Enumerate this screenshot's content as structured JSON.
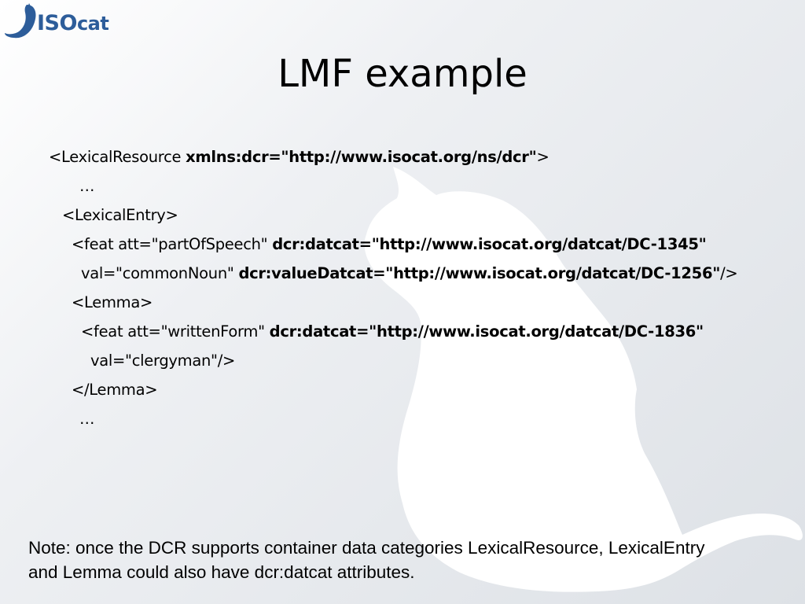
{
  "logo": {
    "part1": "ISO",
    "part2": "cat"
  },
  "title": "LMF example",
  "code_lines": [
    {
      "segments": [
        {
          "text": "<LexicalResource ",
          "bold": false
        },
        {
          "text": "xmlns:dcr=\"http://www.isocat.org/ns/dcr\"",
          "bold": true
        },
        {
          "text": ">",
          "bold": false
        }
      ]
    },
    {
      "segments": [
        {
          "text": "…",
          "bold": false
        }
      ]
    },
    {
      "segments": [
        {
          "text": "<LexicalEntry>",
          "bold": false
        }
      ]
    },
    {
      "segments": [
        {
          "text": "<feat att=\"partOfSpeech\" ",
          "bold": false
        },
        {
          "text": "dcr:datcat=\"http://www.isocat.org/datcat/DC-1345\"",
          "bold": true
        }
      ]
    },
    {
      "segments": [
        {
          "text": "val=\"commonNoun\" ",
          "bold": false
        },
        {
          "text": "dcr:valueDatcat=\"http://www.isocat.org/datcat/DC-1256\"",
          "bold": true
        },
        {
          "text": "/>",
          "bold": false
        }
      ]
    },
    {
      "segments": [
        {
          "text": "<Lemma>",
          "bold": false
        }
      ]
    },
    {
      "segments": [
        {
          "text": "<feat att=\"writtenForm\" ",
          "bold": false
        },
        {
          "text": "dcr:datcat=\"http://www.isocat.org/datcat/DC-1836\"",
          "bold": true
        }
      ]
    },
    {
      "segments": [
        {
          "text": "val=\"clergyman\"/>",
          "bold": false
        }
      ]
    },
    {
      "segments": [
        {
          "text": "</Lemma>",
          "bold": false
        }
      ]
    },
    {
      "segments": [
        {
          "text": "…",
          "bold": false
        }
      ]
    }
  ],
  "note": "Note: once the DCR supports container data categories LexicalResource, LexicalEntry and Lemma could also have dcr:datcat attributes.",
  "colors": {
    "logo_blue": "#2d5d9a",
    "cat_fill": "#ffffff"
  }
}
